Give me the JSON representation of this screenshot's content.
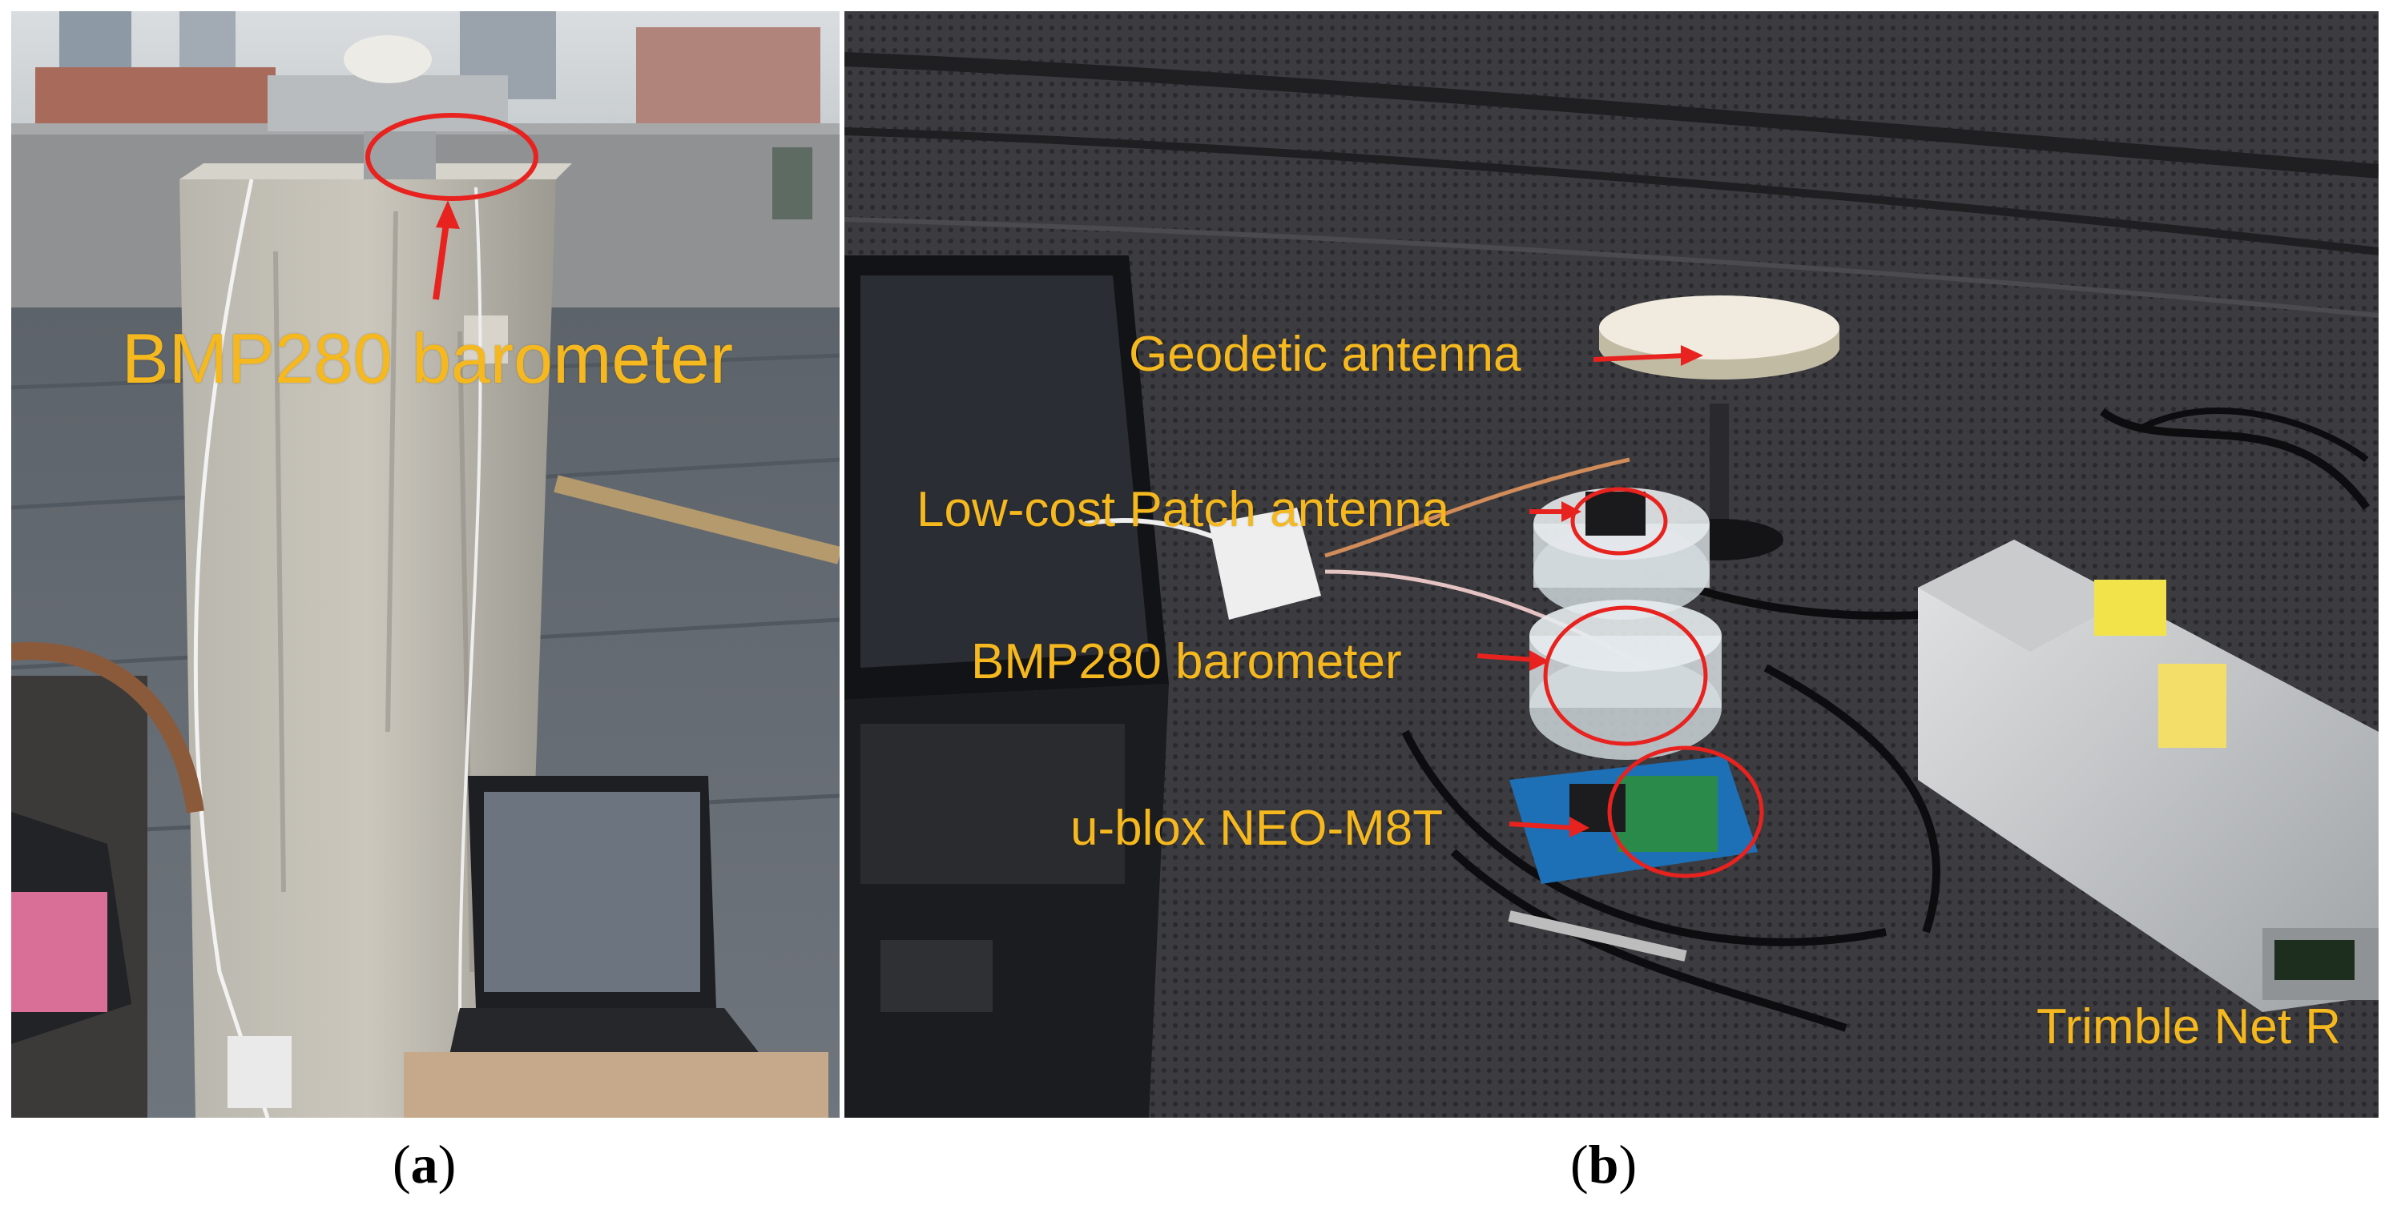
{
  "panels": {
    "a": {
      "caption_open": "(",
      "caption_letter": "a",
      "caption_close": ")",
      "labels": {
        "barometer": "BMP280 barometer"
      }
    },
    "b": {
      "caption_open": "(",
      "caption_letter": "b",
      "caption_close": ")",
      "labels": {
        "geodetic_antenna": "Geodetic antenna",
        "patch_antenna": "Low-cost Patch antenna",
        "barometer": "BMP280 barometer",
        "ublox": "u-blox NEO-M8T",
        "trimble": "Trimble Net R"
      }
    }
  },
  "colors": {
    "label": "#f5b81e",
    "marker": "#e8221e"
  }
}
